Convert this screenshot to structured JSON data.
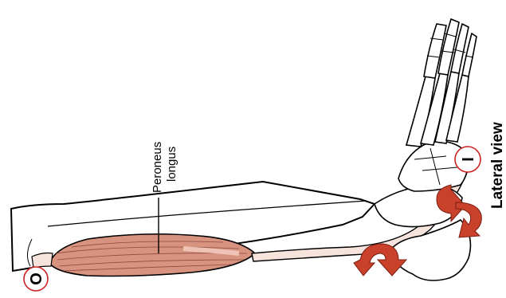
{
  "muscle_label": {
    "line1": "Peroneus",
    "line2": "longus"
  },
  "view_label": "Lateral view",
  "origin_marker": "O",
  "insertion_marker": "I",
  "colors": {
    "muscle": "#d79280",
    "muscle_light": "#eec2b4",
    "tendon": "#f6e4dc",
    "bone_fill": "#ffffff",
    "outline": "#000000",
    "arrow": "#c9402b",
    "marker_ring": "#cc2222"
  }
}
